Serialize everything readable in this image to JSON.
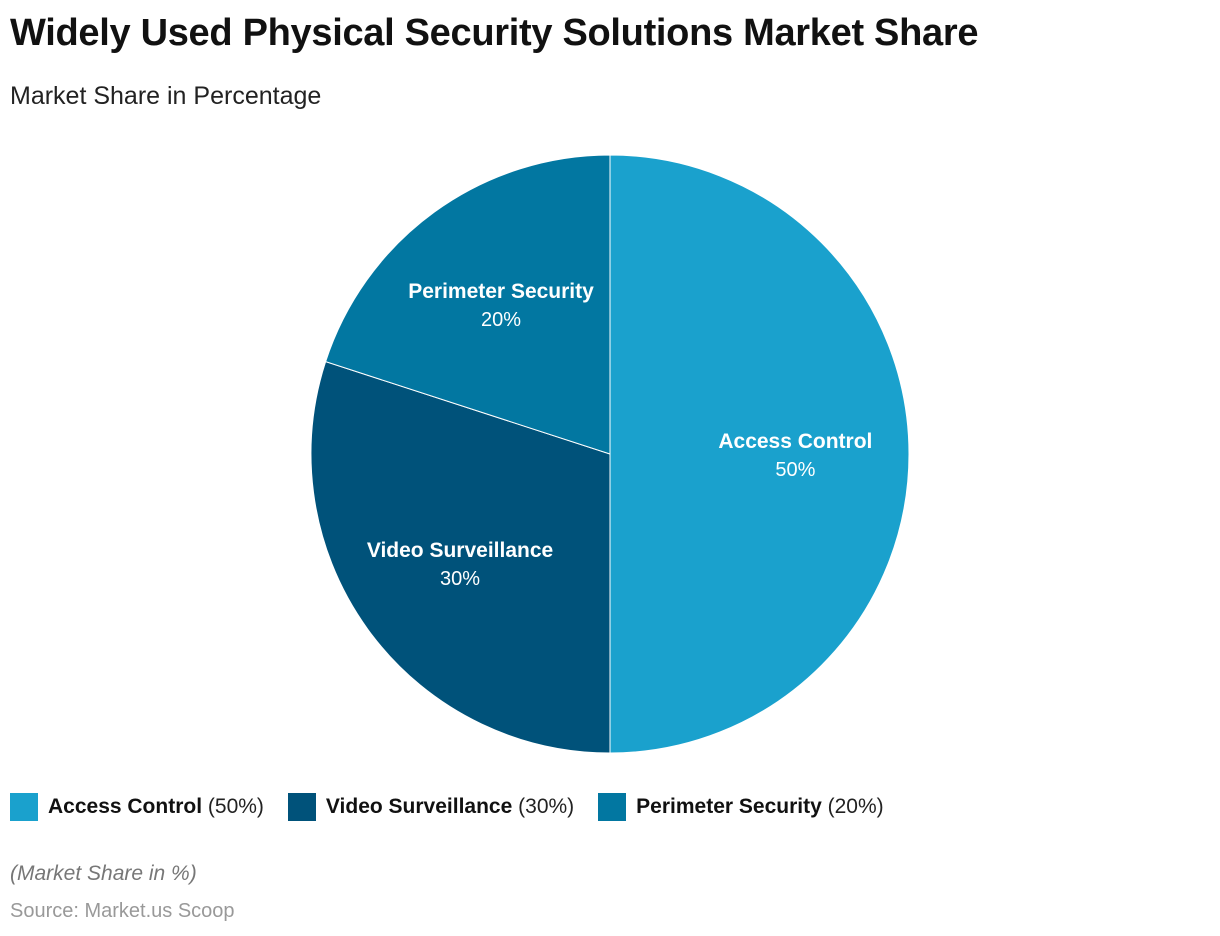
{
  "chart_data": {
    "type": "pie",
    "title": "Widely Used Physical Security Solutions Market Share",
    "subtitle": "Market Share in Percentage",
    "slices": [
      {
        "label": "Access Control",
        "value": 50,
        "value_label": "50%",
        "legend_value": "(50%)",
        "color": "#1aa1cd"
      },
      {
        "label": "Video Surveillance",
        "value": 30,
        "value_label": "30%",
        "legend_value": "(30%)",
        "color": "#00527a"
      },
      {
        "label": "Perimeter Security",
        "value": 20,
        "value_label": "20%",
        "legend_value": "(20%)",
        "color": "#0277a1"
      }
    ],
    "legend_placement": "bottom-left",
    "note": "(Market Share in %)",
    "source": "Source: Market.us Scoop"
  }
}
